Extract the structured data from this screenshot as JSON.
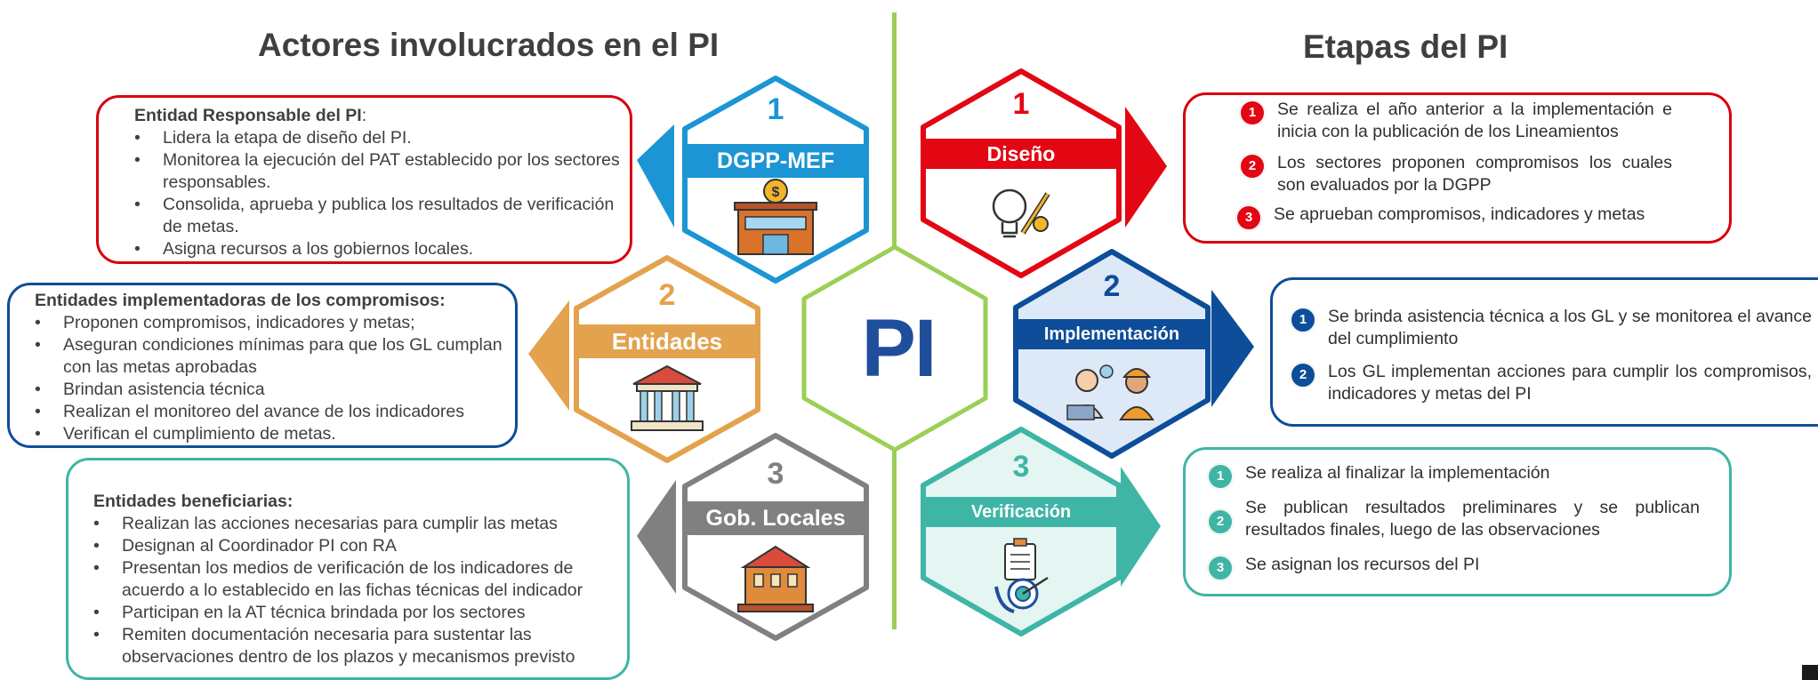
{
  "titles": {
    "left": "Actores involucrados en el PI",
    "right": "Etapas del PI"
  },
  "center": {
    "label": "PI"
  },
  "actors": [
    {
      "number": "1",
      "band": "DGPP-MEF",
      "icon": "bank-building-icon",
      "color": "#1b95d3",
      "box_heading": "Entidad Responsable del PI",
      "box_heading_suffix": ":",
      "items": [
        "Lidera la etapa de diseño del PI.",
        "Monitorea la ejecución del PAT establecido por los sectores responsables.",
        "Consolida, aprueba y publica los resultados de verificación de metas.",
        "Asigna recursos a los gobiernos locales."
      ]
    },
    {
      "number": "2",
      "band": "Entidades",
      "icon": "government-building-icon",
      "color": "#e3a24d",
      "box_heading": "Entidades implementadoras de los compromisos:",
      "items": [
        "Proponen compromisos, indicadores y metas;",
        "Aseguran condiciones mínimas para que los GL cumplan con las metas aprobadas",
        "Brindan asistencia técnica",
        "Realizan el monitoreo del avance de los indicadores",
        "Verifican el cumplimiento de metas."
      ]
    },
    {
      "number": "3",
      "band": "Gob. Locales",
      "icon": "town-hall-icon",
      "color": "#808080",
      "box_heading": "Entidades beneficiarias:",
      "items": [
        "Realizan las acciones necesarias para cumplir las metas",
        "Designan al Coordinador PI con RA",
        "Presentan los medios de verificación de los indicadores de acuerdo a lo establecido en las fichas técnicas del indicador",
        "Participan en la AT técnica brindada por los sectores",
        "Remiten documentación necesaria para sustentar las observaciones dentro de los plazos y mecanismos previsto"
      ]
    }
  ],
  "stages": [
    {
      "number": "1",
      "band": "Diseño",
      "icon": "design-ideas-icon",
      "color": "#e30613",
      "steps": [
        "Se realiza el año anterior a la implementación e inicia con la publicación de los Lineamientos",
        "Los sectores proponen compromisos los cuales son evaluados por la DGPP",
        "Se aprueban compromisos, indicadores y metas"
      ]
    },
    {
      "number": "2",
      "band": "Implementación",
      "icon": "workers-team-icon",
      "color": "#0d4d9a",
      "steps": [
        "Se brinda asistencia técnica a los GL y se monitorea el avance del cumplimiento",
        "Los GL implementan acciones para cumplir los compromisos, indicadores y metas del PI"
      ]
    },
    {
      "number": "3",
      "band": "Verificación",
      "icon": "checklist-target-icon",
      "color": "#3fb5a6",
      "steps": [
        "Se realiza al finalizar la implementación",
        "Se publican resultados preliminares y se publican resultados finales, luego de las observaciones",
        "Se asignan los recursos del PI"
      ]
    }
  ],
  "colors": {
    "divider": "#9bcf56",
    "center_hex": "#9bcf56",
    "pi_text": "#1f4e9b"
  }
}
